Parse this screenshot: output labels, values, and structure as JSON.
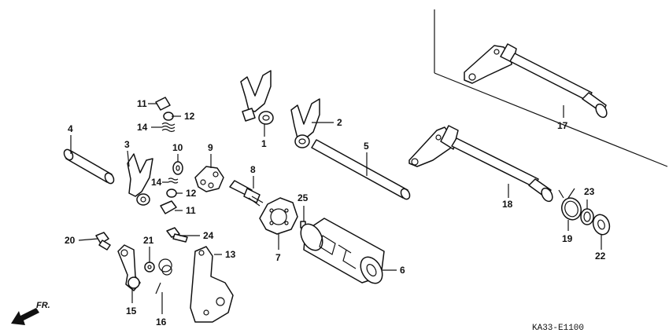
{
  "diagram_code": "KA33-E1100",
  "front_indicator": "FR.",
  "callouts": [
    {
      "id": "p1",
      "label": "1"
    },
    {
      "id": "p2",
      "label": "2"
    },
    {
      "id": "p3",
      "label": "3"
    },
    {
      "id": "p4",
      "label": "4"
    },
    {
      "id": "p5",
      "label": "5"
    },
    {
      "id": "p6",
      "label": "6"
    },
    {
      "id": "p7",
      "label": "7"
    },
    {
      "id": "p8",
      "label": "8"
    },
    {
      "id": "p9",
      "label": "9"
    },
    {
      "id": "p10",
      "label": "10"
    },
    {
      "id": "p11a",
      "label": "11"
    },
    {
      "id": "p11b",
      "label": "11"
    },
    {
      "id": "p12a",
      "label": "12"
    },
    {
      "id": "p12b",
      "label": "12"
    },
    {
      "id": "p13",
      "label": "13"
    },
    {
      "id": "p14a",
      "label": "14"
    },
    {
      "id": "p14b",
      "label": "14"
    },
    {
      "id": "p15",
      "label": "15"
    },
    {
      "id": "p16",
      "label": "16"
    },
    {
      "id": "p17",
      "label": "17"
    },
    {
      "id": "p18",
      "label": "18"
    },
    {
      "id": "p19",
      "label": "19"
    },
    {
      "id": "p20",
      "label": "20"
    },
    {
      "id": "p21",
      "label": "21"
    },
    {
      "id": "p22",
      "label": "22"
    },
    {
      "id": "p23",
      "label": "23"
    },
    {
      "id": "p24",
      "label": "24"
    },
    {
      "id": "p25",
      "label": "25"
    }
  ]
}
